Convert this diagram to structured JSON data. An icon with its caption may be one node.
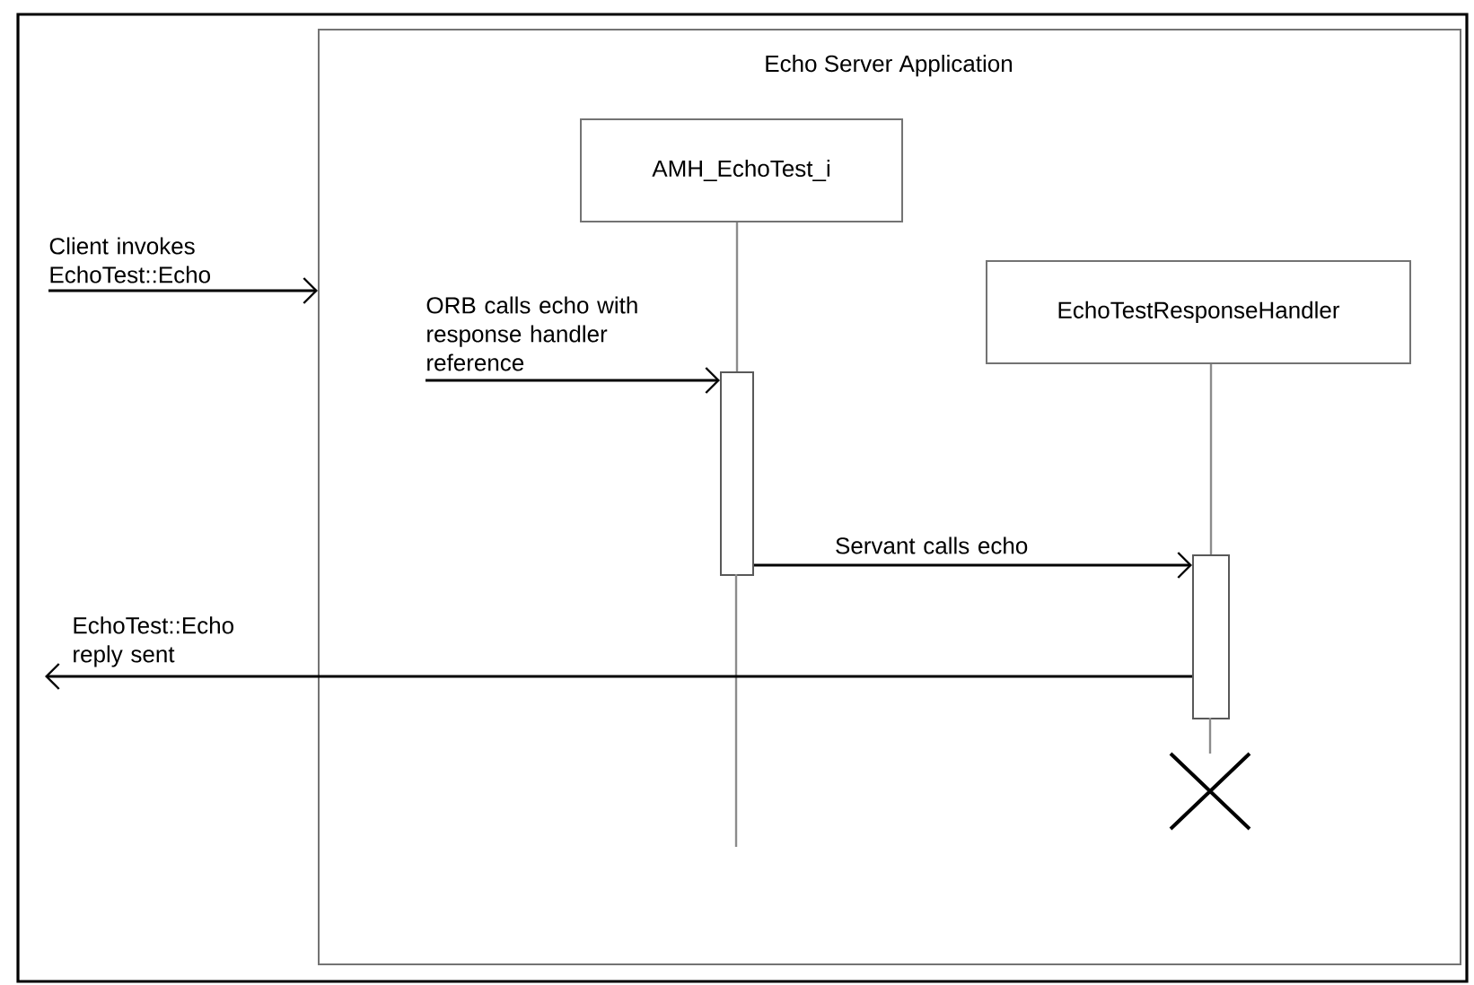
{
  "diagram": {
    "nodes": [
      {
        "text": [
          "Echo Server Application"
        ]
      },
      {
        "text": [
          "AMH_EchoTest_i"
        ],
        "in": 0
      },
      {
        "text": [
          "EchoTestResponseHandler"
        ],
        "in": 0
      },
      {
        "text": [],
        "shape": "bar",
        "in": 0
      },
      {
        "text": [],
        "shape": "bar",
        "in": 0
      }
    ],
    "edges": [
      {
        "from": null,
        "to": 0,
        "arrow": "to",
        "label": "Client invokes EchoTest::Echo"
      },
      {
        "from": null,
        "to": 3,
        "arrow": "to",
        "label": "ORB calls echo with response handler reference"
      },
      {
        "from": 3,
        "to": 4,
        "arrow": "to",
        "label": "Servant calls echo"
      },
      {
        "from": 4,
        "to": null,
        "arrow": "to",
        "label": "EchoTest::Echo reply sent"
      },
      {
        "from": 1,
        "to": 3,
        "arrow": "none",
        "color": "#8c8c8c"
      },
      {
        "from": 2,
        "to": 4,
        "arrow": "none",
        "color": "#8c8c8c"
      }
    ]
  }
}
